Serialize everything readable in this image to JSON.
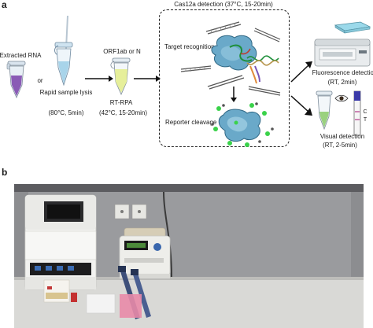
{
  "panels": {
    "a": {
      "letter": "a",
      "extracted_rna": "Extracted RNA",
      "or": "or",
      "rapid_lysis": "Rapid sample lysis",
      "rapid_lysis_cond": "(80°C, 5min)",
      "target_gene": "ORF1ab or N",
      "rt_rpa": "RT-RPA",
      "rt_rpa_cond": "(42°C, 15-20min)",
      "cas12a_title": "Cas12a detection (37°C, 15-20min)",
      "target_recognition": "Target recognition",
      "reporter_cleavage": "Reporter cleavage",
      "fluorescence_detection": "Fluorescence detection",
      "fluorescence_cond": "(RT, 2min)",
      "visual_detection": "Visual detection",
      "visual_cond": "(RT, 2-5min)",
      "strip_c": "C",
      "strip_t": "T"
    },
    "b": {
      "letter": "b"
    }
  },
  "colors": {
    "rna_tube_liquid": "#8a5bb5",
    "lysis_tube_liquid": "#a8d4ea",
    "rpa_tube_liquid": "#e6ef9a",
    "visual_tube_liquid": "#9ad17f",
    "cas12a_protein": "#6aa9c9",
    "reporter_glow": "#3ad24a",
    "plate": "#9bd9ea"
  }
}
